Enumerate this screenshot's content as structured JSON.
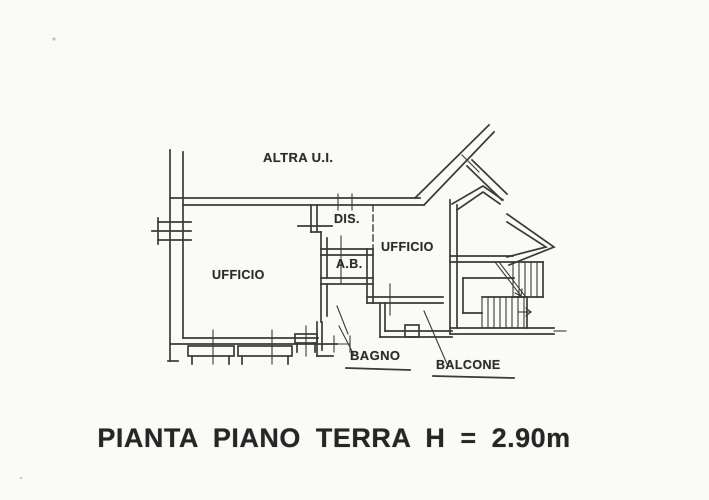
{
  "colors": {
    "background": "#fafaf7",
    "ink": "#3a3a3a"
  },
  "floor_plan": {
    "room_labels": {
      "altra_ui": "ALTRA U.I.",
      "dis": "DIS.",
      "ufficio_right": "UFFICIO",
      "ab": "A.B.",
      "ufficio_left": "UFFICIO",
      "bagno": "BAGNO",
      "balcone": "BALCONE"
    },
    "caption": "PIANTA PIANO TERRA H = 2.90m",
    "caption_height_value": "2.90m"
  }
}
